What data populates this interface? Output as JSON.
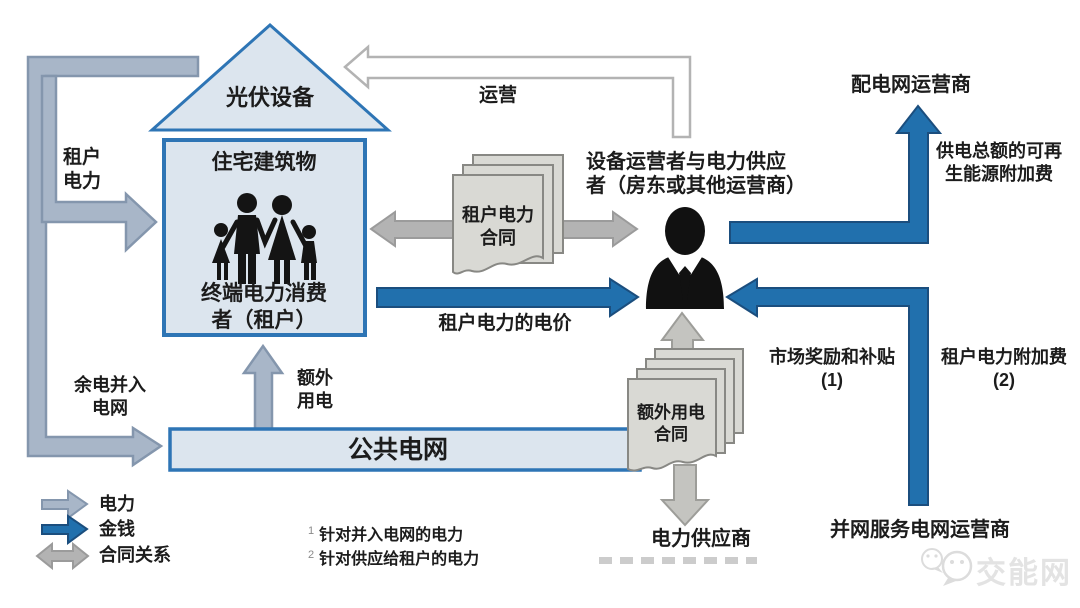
{
  "colors": {
    "accent_blue_border": "#2e75b5",
    "box_fill": "#dce5ee",
    "money_blue_fill": "#2170ad",
    "money_blue_border": "#1b4e7e",
    "electricity_fill": "#a8b6c8",
    "electricity_border": "#8496ad",
    "contract_gray": "#b3b3b3",
    "document_fill": "#d9d9d4"
  },
  "nodes": {
    "pv": "光伏设备",
    "building_title": "住宅建筑物",
    "building_sub1": "终端电力消费",
    "building_sub2": "者（租户）",
    "operator_line1": "设备运营者与电力供应",
    "operator_line2": "者（房东或其他运营商）",
    "dso": "配电网运营商",
    "public_grid": "公共电网",
    "supplier": "电力供应商",
    "grid_service_operator": "并网服务电网运营商"
  },
  "flows": {
    "tenant_power_l1": "租户",
    "tenant_power_l2": "电力",
    "operation": "运营",
    "price": "租户电力的电价",
    "eeg_l1": "供电总额的可再",
    "eeg_l2": "生能源附加费",
    "market_l1": "市场奖励和补贴",
    "market_l2": "(1)",
    "levy_l1": "租户电力附加费",
    "levy_l2": "(2)",
    "surplus_l1": "余电并入",
    "surplus_l2": "电网",
    "extra_l1": "额外",
    "extra_l2": "用电"
  },
  "documents": {
    "tenant_contract_l1": "租户电力",
    "tenant_contract_l2": "合同",
    "extra_contract_l1": "额外用电",
    "extra_contract_l2": "合同"
  },
  "legend": {
    "electricity": "电力",
    "money": "金钱",
    "contract": "合同关系"
  },
  "footnotes": [
    {
      "sup": "1",
      "text": "针对并入电网的电力"
    },
    {
      "sup": "2",
      "text": "针对供应给租户的电力"
    }
  ],
  "watermark": {
    "text": "交能网"
  }
}
